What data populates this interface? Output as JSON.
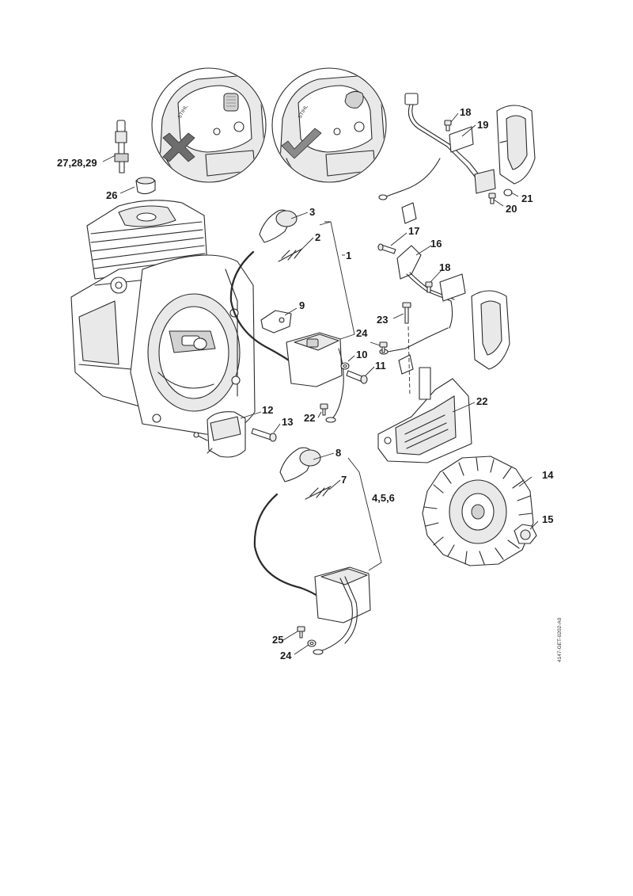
{
  "drawing_code": "4147-GET-0202-A0",
  "brand_mark": "STIHL",
  "callouts": {
    "c1": "1",
    "c2": "2",
    "c3": "3",
    "c456": "4,5,6",
    "c7": "7",
    "c8": "8",
    "c9": "9",
    "c10": "10",
    "c11": "11",
    "c12": "12",
    "c13": "13",
    "c14": "14",
    "c15": "15",
    "c16": "16",
    "c17": "17",
    "c18a": "18",
    "c18b": "18",
    "c19": "19",
    "c20": "20",
    "c21": "21",
    "c22a": "22",
    "c22b": "22",
    "c23": "23",
    "c24a": "24",
    "c24b": "24",
    "c25": "25",
    "c26": "26",
    "c272829": "27,28,29"
  },
  "indicators": {
    "left_inset": "incorrect-cross",
    "right_inset": "correct-check"
  }
}
